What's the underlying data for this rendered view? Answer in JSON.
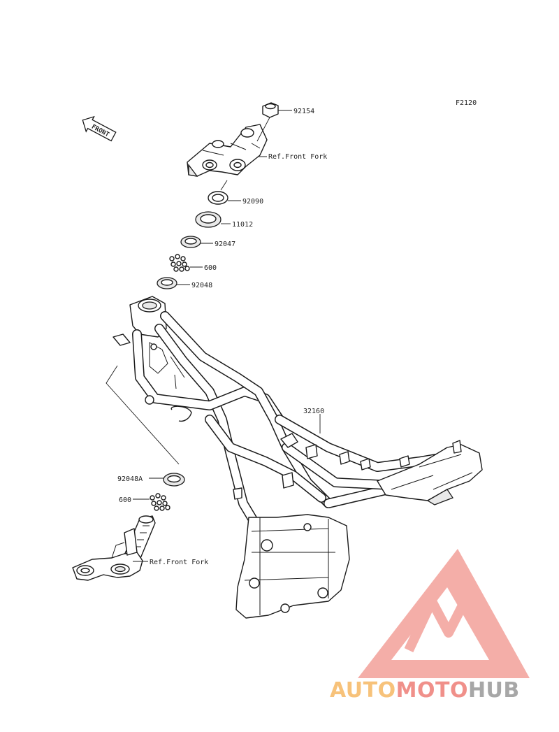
{
  "diagram": {
    "code": "F2120",
    "front_arrow_label": "FRONT",
    "callouts": {
      "p92154": "92154",
      "ref_front_fork_top": "Ref.Front Fork",
      "p92090": "92090",
      "p11012": "11012",
      "p92047": "92047",
      "p600_top": "600",
      "p92048": "92048",
      "p32160": "32160",
      "p92048A": "92048A",
      "p600_bottom": "600",
      "ref_front_fork_bottom": "Ref.Front Fork"
    }
  },
  "watermark": {
    "part1": "AUTO",
    "part2": "MOTO",
    "part3": "HUB",
    "colors": {
      "auto": "#f7c27a",
      "moto": "#f0908a",
      "hub": "#a7a7a7",
      "logo": "#f3a19a"
    }
  }
}
